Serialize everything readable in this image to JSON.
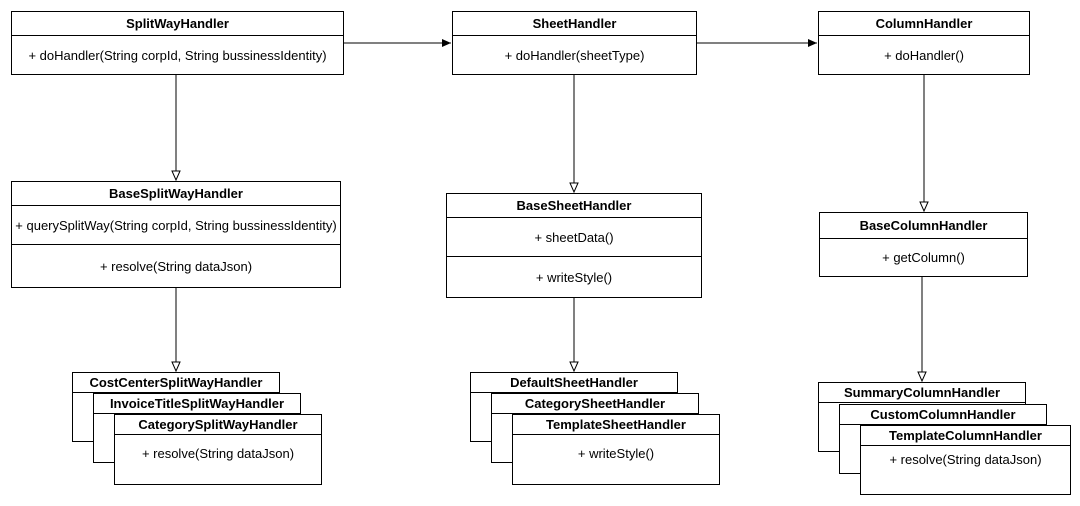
{
  "classes": {
    "split_way_handler": {
      "name": "SplitWayHandler",
      "methods": [
        "+ doHandler(String corpId, String bussinessIdentity)"
      ]
    },
    "sheet_handler": {
      "name": "SheetHandler",
      "methods": [
        "+ doHandler(sheetType)"
      ]
    },
    "column_handler": {
      "name": "ColumnHandler",
      "methods": [
        "+ doHandler()"
      ]
    },
    "base_split_way_handler": {
      "name": "BaseSplitWayHandler",
      "methods": [
        "+ querySplitWay(String corpId, String bussinessIdentity)",
        "+ resolve(String dataJson)"
      ]
    },
    "base_sheet_handler": {
      "name": "BaseSheetHandler",
      "methods": [
        "+ sheetData()",
        "+ writeStyle()"
      ]
    },
    "base_column_handler": {
      "name": "BaseColumnHandler",
      "methods": [
        "+ getColumn()"
      ]
    },
    "cost_center_split_way_handler": {
      "name": "CostCenterSplitWayHandler"
    },
    "invoice_title_split_way_handler": {
      "name": "InvoiceTitleSplitWayHandler"
    },
    "category_split_way_handler": {
      "name": "CategorySplitWayHandler",
      "methods": [
        "+ resolve(String dataJson)"
      ]
    },
    "default_sheet_handler": {
      "name": "DefaultSheetHandler"
    },
    "category_sheet_handler": {
      "name": "CategorySheetHandler"
    },
    "template_sheet_handler": {
      "name": "TemplateSheetHandler",
      "methods": [
        "+ writeStyle()"
      ]
    },
    "summary_column_handler": {
      "name": "SummaryColumnHandler"
    },
    "custom_column_handler": {
      "name": "CustomColumnHandler"
    },
    "template_column_handler": {
      "name": "TemplateColumnHandler",
      "methods": [
        "+ resolve(String dataJson)"
      ]
    }
  },
  "relations": [
    {
      "from": "SplitWayHandler",
      "to": "SheetHandler",
      "type": "association"
    },
    {
      "from": "SheetHandler",
      "to": "ColumnHandler",
      "type": "association"
    },
    {
      "from": "SplitWayHandler",
      "to": "BaseSplitWayHandler",
      "type": "generalization"
    },
    {
      "from": "SheetHandler",
      "to": "BaseSheetHandler",
      "type": "generalization"
    },
    {
      "from": "ColumnHandler",
      "to": "BaseColumnHandler",
      "type": "generalization"
    },
    {
      "from": "BaseSplitWayHandler",
      "to": "CostCenterSplitWayHandler",
      "type": "generalization"
    },
    {
      "from": "BaseSheetHandler",
      "to": "DefaultSheetHandler",
      "type": "generalization"
    },
    {
      "from": "BaseColumnHandler",
      "to": "SummaryColumnHandler",
      "type": "generalization"
    }
  ]
}
